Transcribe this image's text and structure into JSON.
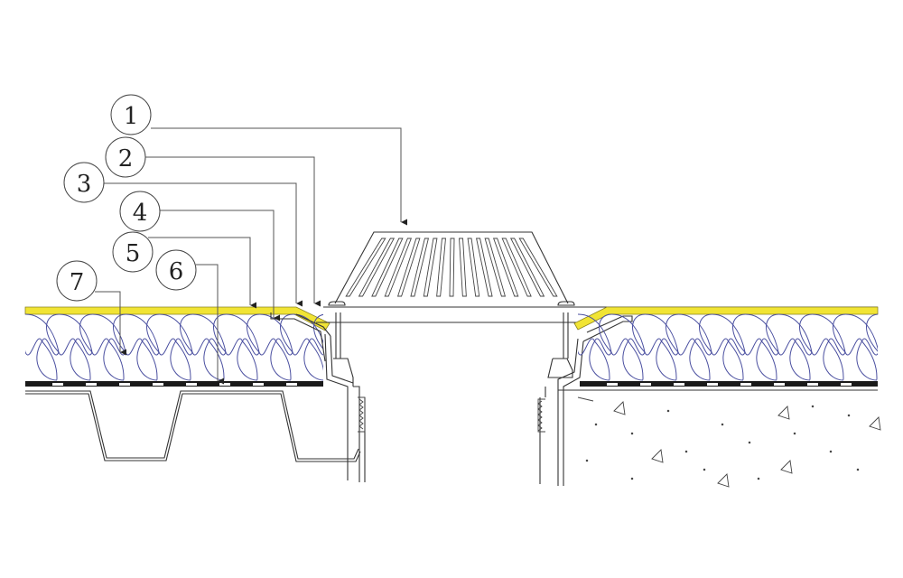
{
  "diagram": {
    "type": "roof-drain-section-detail",
    "colors": {
      "membrane": "#f1e434",
      "membrane_edge": "#8a8220",
      "insulation_lines": "#4a4fa0",
      "line": "#333333",
      "vapor_barrier": "#1a1a1a",
      "background": "#ffffff"
    },
    "callouts": [
      {
        "number": "1",
        "target": "drain-grate-dome"
      },
      {
        "number": "2",
        "target": "flashing-membrane-slope"
      },
      {
        "number": "3",
        "target": "membrane-lap"
      },
      {
        "number": "4",
        "target": "drain-flange"
      },
      {
        "number": "5",
        "target": "roof-membrane"
      },
      {
        "number": "6",
        "target": "vapor-barrier"
      },
      {
        "number": "7",
        "target": "thermal-insulation"
      }
    ]
  }
}
